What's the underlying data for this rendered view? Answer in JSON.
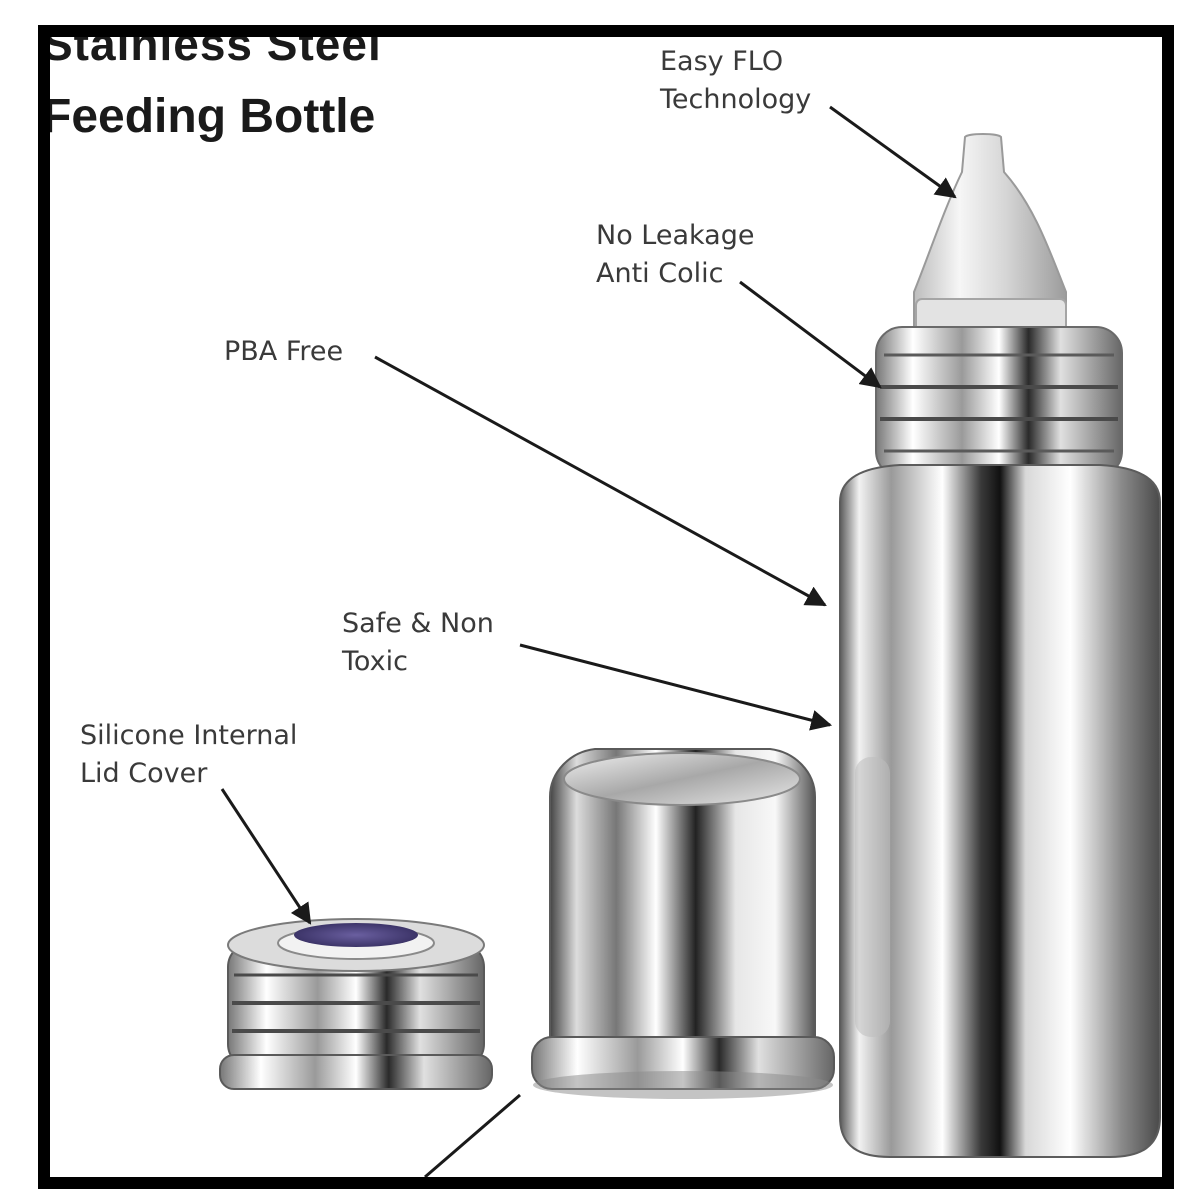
{
  "title": {
    "line1": "Stainless Steel",
    "line2": "Feeding Bottle"
  },
  "callouts": {
    "easy_flo": [
      "Easy FLO",
      "Technology"
    ],
    "no_leakage": [
      "No Leakage",
      "Anti Colic"
    ],
    "pba_free": [
      "PBA Free"
    ],
    "safe_non_toxic": [
      "Safe & Non",
      "Toxic"
    ],
    "silicone_lid": [
      "Silicone Internal",
      "Lid Cover"
    ]
  },
  "colors": {
    "frame": "#000000",
    "text": "#3a3a3a",
    "steel_light": "#f4f4f4",
    "steel_dark": "#1c1c1c",
    "silicone_disc": "#5a4f8c"
  }
}
